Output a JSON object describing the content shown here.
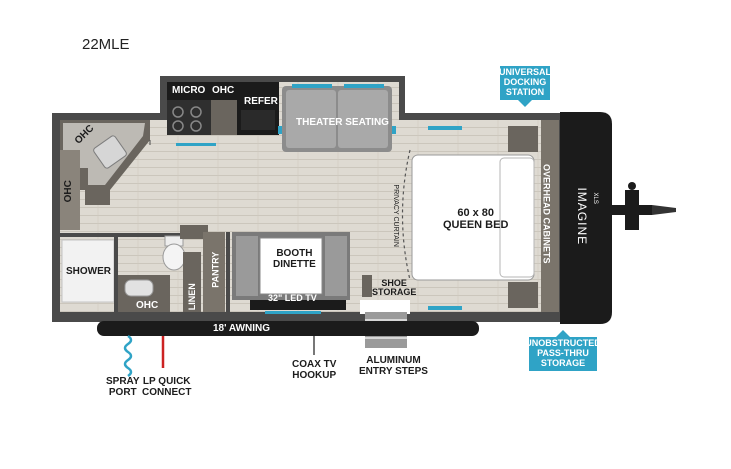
{
  "model": "22MLE",
  "labels": {
    "micro": "MICRO",
    "ohc_kitchen": "OHC",
    "refer": "REFER",
    "theater_seating": "THEATER SEATING",
    "ohc_corner": "OHC",
    "ohc_side": "OHC",
    "shower": "SHOWER",
    "ohc_bath": "OHC",
    "linen": "LINEN",
    "pantry": "PANTRY",
    "booth_dinette": [
      "BOOTH",
      "DINETTE"
    ],
    "led_tv": "32\" LED TV",
    "privacy_curtain": "PRIVACY CURTAIN",
    "shoe_storage": [
      "SHOE",
      "STORAGE"
    ],
    "queen_bed": [
      "60 x 80",
      "QUEEN BED"
    ],
    "overhead_cabinets": "OVERHEAD CABINETS",
    "awning": "18' AWNING",
    "spray_port": [
      "SPRAY",
      "PORT"
    ],
    "lp_quick_connect": [
      "LP QUICK",
      "CONNECT"
    ],
    "coax_tv_hookup": [
      "COAX TV",
      "HOOKUP"
    ],
    "aluminum_entry_steps": [
      "ALUMINUM",
      "ENTRY STEPS"
    ],
    "brand": "IMAGINE",
    "brand_sub": "XLS"
  },
  "badges": {
    "universal_docking": [
      "UNIVERSAL",
      "DOCKING",
      "STATION"
    ],
    "unobstructed_storage": [
      "UNOBSTRUCTED",
      "PASS-THRU",
      "STORAGE"
    ]
  },
  "colors": {
    "accent": "#2fa3c6",
    "wall": "#4a4a4a",
    "floor": "#d9d6cf",
    "cabinet": "#6a655e",
    "cap": "#1b1b1b"
  }
}
